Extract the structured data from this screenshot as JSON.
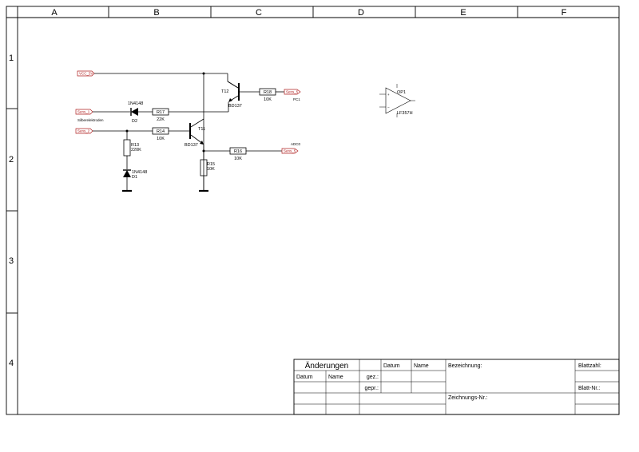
{
  "frame": {
    "columns": [
      "A",
      "B",
      "C",
      "D",
      "E",
      "F"
    ],
    "rows": [
      "1",
      "2",
      "3",
      "4"
    ]
  },
  "nets": {
    "vcc": "VCC_5V",
    "sens1": "Sens_1",
    "sens2": "Sens_2",
    "out1": "Sens_5",
    "out1_pin": "PC1",
    "out2": "Sens_5",
    "out2_pin": "ADC0",
    "sens1_note": "Silberelektroden"
  },
  "components": {
    "t12_name": "T12",
    "t12_type": "BD137",
    "t11_name": "T11",
    "t11_type": "BD137",
    "r18_name": "R18",
    "r18_value": "10K",
    "r17_name": "R17",
    "r17_value": "22K",
    "r14_name": "R14",
    "r14_value": "10K",
    "r16_name": "R16",
    "r16_value": "10K",
    "r13_name": "R13",
    "r13_value": "220K",
    "r15_name": "R15",
    "r15_value": "10K",
    "d2_name": "D2",
    "d2_type": "1N4148",
    "d1_name": "D1",
    "d1_type": "1N4148",
    "op1_name": "OP1",
    "op1_type": "LF357H"
  },
  "title_block": {
    "changes": "Änderungen",
    "datum": "Datum",
    "name": "Name",
    "gez": "gez.:",
    "gepr": "gepr.:",
    "bezeichnung": "Bezeichnung:",
    "zeichnungs_nr": "Zeichnungs-Nr.:",
    "blattzahl": "Blattzahl:",
    "blatt_nr": "Blatt-Nr.:"
  }
}
